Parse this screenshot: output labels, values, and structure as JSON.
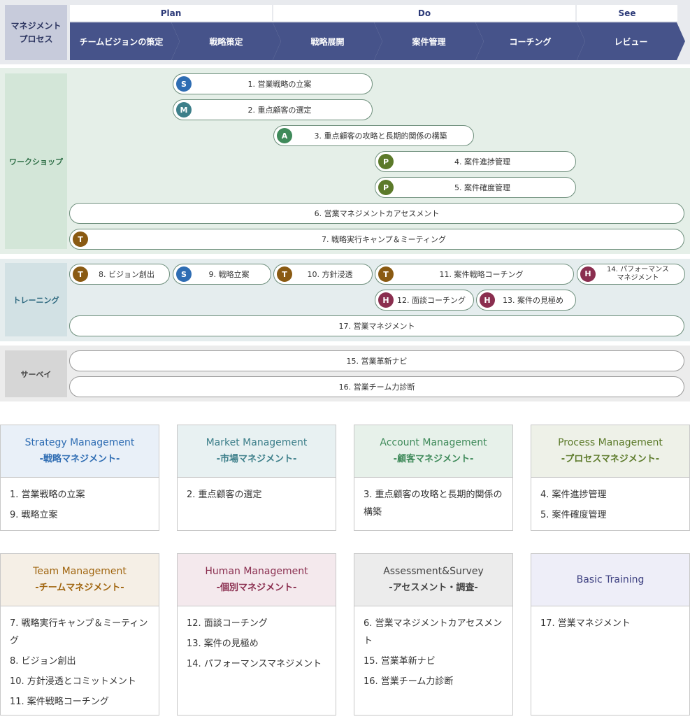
{
  "process": {
    "label": "マネジメント\nプロセス",
    "phases": [
      "Plan",
      "Do",
      "See"
    ],
    "steps": [
      "チームビジョンの策定",
      "戦略策定",
      "戦略展開",
      "案件管理",
      "コーチング",
      "レビュー"
    ]
  },
  "workshop": {
    "label": "ワークショップ",
    "items": [
      {
        "badge": "S",
        "text": "1. 営業戦略の立案"
      },
      {
        "badge": "M",
        "text": "2. 重点顧客の選定"
      },
      {
        "badge": "A",
        "text": "3. 重点顧客の攻略と長期的関係の構築"
      },
      {
        "badge": "P",
        "text": "4. 案件進捗管理"
      },
      {
        "badge": "P",
        "text": "5. 案件確度管理"
      },
      {
        "badge": "",
        "text": "6. 営業マネジメントカアセスメント"
      },
      {
        "badge": "T",
        "text": "7. 戦略実行キャンプ＆ミーティング"
      }
    ]
  },
  "training": {
    "label": "トレーニング",
    "items": [
      {
        "badge": "T",
        "text": "8. ビジョン創出"
      },
      {
        "badge": "S",
        "text": "9. 戦略立案"
      },
      {
        "badge": "T",
        "text": "10. 方針浸透"
      },
      {
        "badge": "T",
        "text": "11. 案件戦略コーチング"
      },
      {
        "badge": "H",
        "text": "14. パフォーマンス\nマネジメント"
      },
      {
        "badge": "H",
        "text": "12. 面談コーチング"
      },
      {
        "badge": "H",
        "text": "13. 案件の見極め"
      },
      {
        "badge": "",
        "text": "17. 営業マネジメント"
      }
    ]
  },
  "survey": {
    "label": "サーベイ",
    "items": [
      {
        "badge": "",
        "text": "15. 営業革新ナビ"
      },
      {
        "badge": "",
        "text": "16. 営業チーム力診断"
      }
    ]
  },
  "cards": [
    {
      "title": "Strategy Management",
      "sub": "-戦略マネジメント-",
      "color": "#2f6db3",
      "bg": "#e9f0f8",
      "items": [
        "1. 営業戦略の立案",
        "9. 戦略立案"
      ]
    },
    {
      "title": "Market Management",
      "sub": "-市場マネジメント-",
      "color": "#3d7f8a",
      "bg": "#e8f1f2",
      "items": [
        "2. 重点顧客の選定"
      ]
    },
    {
      "title": "Account Management",
      "sub": "-顧客マネジメント-",
      "color": "#3f8a5a",
      "bg": "#e7f1ea",
      "items": [
        "3. 重点顧客の攻略と長期的関係の構築"
      ]
    },
    {
      "title": "Process Management",
      "sub": "-プロセスマネジメント-",
      "color": "#5c7a2a",
      "bg": "#eef1e8",
      "items": [
        "4. 案件進捗管理",
        "5. 案件確度管理"
      ]
    },
    {
      "title": "Team Management",
      "sub": "-チームマネジメント-",
      "color": "#a0650f",
      "bg": "#f5efe6",
      "items": [
        "7. 戦略実行キャンプ＆ミーティング",
        "8. ビジョン創出",
        "10. 方針浸透とコミットメント",
        "11. 案件戦略コーチング"
      ]
    },
    {
      "title": "Human Management",
      "sub": "-個別マネジメント-",
      "color": "#8a2e4f",
      "bg": "#f4e9ed",
      "items": [
        "12. 面談コーチング",
        "13. 案件の見極め",
        "14. パフォーマンスマネジメント"
      ]
    },
    {
      "title": "Assessment&Survey",
      "sub": "-アセスメント・調査-",
      "color": "#444444",
      "bg": "#ececec",
      "items": [
        "6. 営業マネジメントカアセスメント",
        "15. 営業革新ナビ",
        "16. 営業チーム力診断"
      ]
    },
    {
      "title": "Basic Training",
      "sub": "",
      "color": "#3c3f80",
      "bg": "#eeeef8",
      "items": [
        "17. 営業マネジメント"
      ]
    }
  ]
}
